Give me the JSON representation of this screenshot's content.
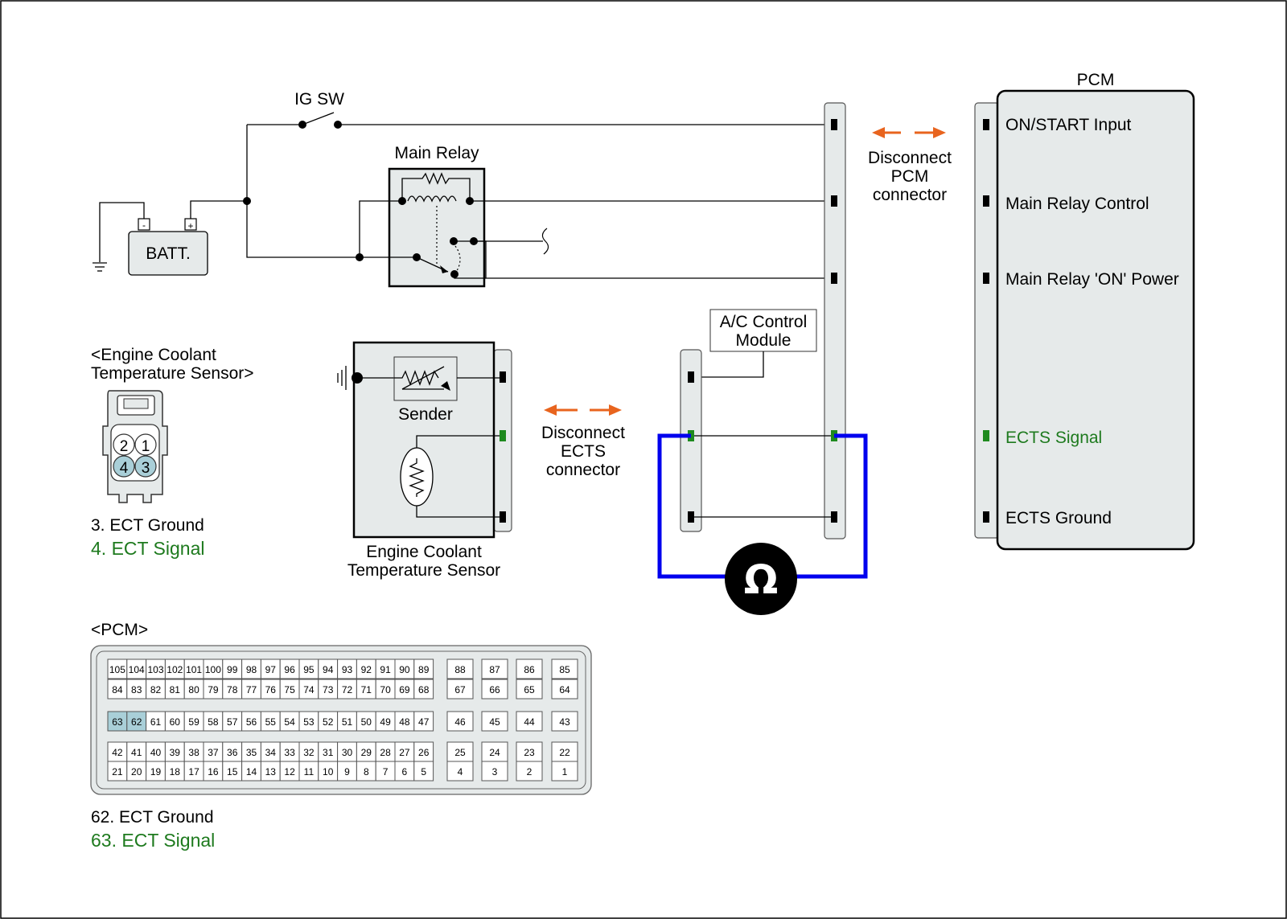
{
  "switch": {
    "label": "IG SW"
  },
  "battery": {
    "label": "BATT.",
    "minus": "-",
    "plus": "+"
  },
  "relay": {
    "label": "Main Relay"
  },
  "pcm_box": {
    "title": "PCM",
    "terminals": [
      {
        "label": "ON/START Input",
        "color": "black"
      },
      {
        "label": "Main Relay Control",
        "color": "black"
      },
      {
        "label": "Main Relay 'ON' Power",
        "color": "black"
      },
      {
        "label": "ECTS Signal",
        "color": "green"
      },
      {
        "label": "ECTS Ground",
        "color": "black"
      }
    ]
  },
  "disconnect_pcm": {
    "line1": "Disconnect",
    "line2": "PCM",
    "line3": "connector"
  },
  "disconnect_ects": {
    "line1": "Disconnect",
    "line2": "ECTS",
    "line3": "connector"
  },
  "ac_module": {
    "line1": "A/C Control",
    "line2": "Module"
  },
  "sensor": {
    "sender_label": "Sender",
    "caption_line1": "Engine Coolant",
    "caption_line2": "Temperature Sensor"
  },
  "ects_connector": {
    "heading_line1": "<Engine Coolant",
    "heading_line2": "Temperature Sensor>",
    "pins": [
      "2",
      "1",
      "4",
      "3"
    ],
    "notes": [
      {
        "text": "3. ECT Ground",
        "color": "black"
      },
      {
        "text": "4. ECT Signal",
        "color": "green"
      }
    ]
  },
  "pcm_connector": {
    "heading": "<PCM>",
    "main_rows": [
      [
        "105",
        "104",
        "103",
        "102",
        "101",
        "100",
        "99",
        "98",
        "97",
        "96",
        "95",
        "94",
        "93",
        "92",
        "91",
        "90",
        "89"
      ],
      [
        "84",
        "83",
        "82",
        "81",
        "80",
        "79",
        "78",
        "77",
        "76",
        "75",
        "74",
        "73",
        "72",
        "71",
        "70",
        "69",
        "68"
      ],
      [
        "63",
        "62",
        "61",
        "60",
        "59",
        "58",
        "57",
        "56",
        "55",
        "54",
        "53",
        "52",
        "51",
        "50",
        "49",
        "48",
        "47"
      ],
      [
        "42",
        "41",
        "40",
        "39",
        "38",
        "37",
        "36",
        "35",
        "34",
        "33",
        "32",
        "31",
        "30",
        "29",
        "28",
        "27",
        "26"
      ],
      [
        "21",
        "20",
        "19",
        "18",
        "17",
        "16",
        "15",
        "14",
        "13",
        "12",
        "11",
        "10",
        "9",
        "8",
        "7",
        "6",
        "5"
      ]
    ],
    "side_rows": [
      [
        "88",
        "87",
        "86",
        "85"
      ],
      [
        "67",
        "66",
        "65",
        "64"
      ],
      [
        "46",
        "45",
        "44",
        "43"
      ],
      [
        "25",
        "24",
        "23",
        "22"
      ],
      [
        "4",
        "3",
        "2",
        "1"
      ]
    ],
    "highlighted": [
      "63",
      "62"
    ],
    "notes": [
      {
        "text": "62. ECT Ground",
        "color": "black"
      },
      {
        "text": "63. ECT Signal",
        "color": "green"
      }
    ]
  },
  "meter": {
    "symbol": "Ω"
  },
  "colors": {
    "signal_green": "#1e7a1e",
    "meter_blue": "#0000ee",
    "arrow_orange": "#e8641e",
    "highlight": "#a9cfd8"
  }
}
